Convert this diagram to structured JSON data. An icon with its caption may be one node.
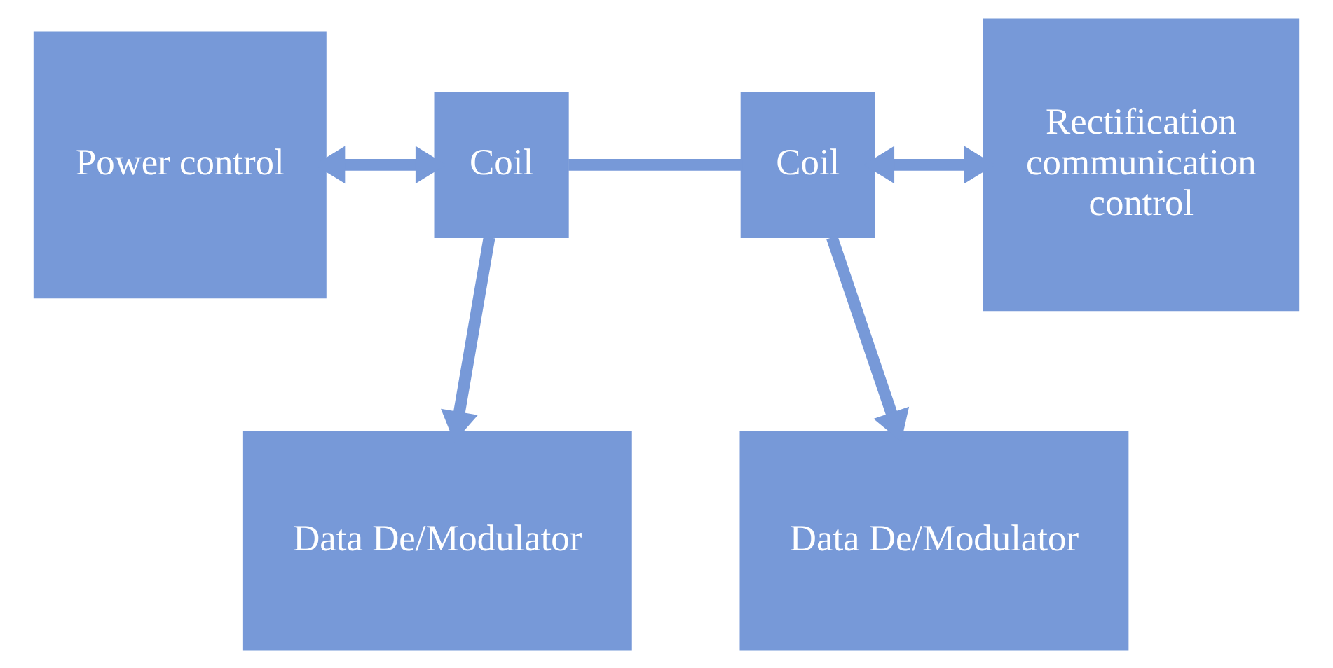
{
  "diagram": {
    "nodes": [
      {
        "text": [
          "Power control"
        ]
      },
      {
        "text": [
          "Coil"
        ]
      },
      {
        "text": [
          "Coil"
        ]
      },
      {
        "text": [
          "Rectification communication control"
        ]
      },
      {
        "text": [
          "Data De/Modulator"
        ]
      },
      {
        "text": [
          "Data De/Modulator"
        ]
      }
    ],
    "edges": [
      {
        "from": 0,
        "to": 1,
        "arrow": "both"
      },
      {
        "from": 1,
        "to": 4,
        "arrow": "to"
      },
      {
        "from": 1,
        "to": 2,
        "arrow": "none"
      },
      {
        "from": 2,
        "to": 3,
        "arrow": "both"
      },
      {
        "from": 2,
        "to": 5,
        "arrow": "to"
      }
    ]
  }
}
